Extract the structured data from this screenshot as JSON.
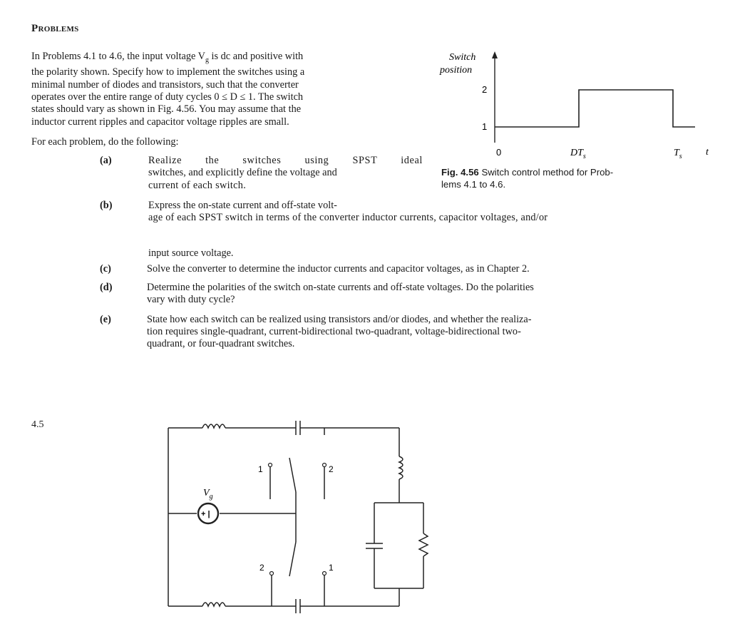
{
  "section_heading": "Problems",
  "intro_lines": [
    "In Problems 4.1 to 4.6, the input voltage V",
    "the polarity shown. Specify how to implement the switches using a",
    "minimal number of diodes and transistors, such that the converter",
    "operates over the entire range of duty cycles 0 ≤ D ≤ 1. The switch",
    "states should vary as shown in Fig. 4.56. You may assume that the",
    "inductor current ripples and capacitor voltage ripples are small."
  ],
  "intro_sub": "g",
  "intro_tail": " is dc and positive with",
  "for_each": "For each problem, do the following:",
  "items": {
    "a": {
      "tag": "(a)",
      "lines": [
        "Realize the switches using SPST ideal",
        "switches, and explicitly define the voltage and",
        "current of each switch."
      ]
    },
    "b": {
      "tag": "(b)",
      "lines": [
        "Express the on-state current and off-state volt-",
        "age of each SPST switch in terms of the converter inductor currents, capacitor voltages, and/or",
        "input source voltage."
      ]
    },
    "c": {
      "tag": "(c)",
      "lines": [
        "Solve the converter to determine the inductor currents and capacitor voltages, as in Chapter 2."
      ]
    },
    "d": {
      "tag": "(d)",
      "lines": [
        "Determine the polarities of the switch on-state currents and off-state voltages. Do the polarities",
        "vary with duty cycle?"
      ]
    },
    "e": {
      "tag": "(e)",
      "lines": [
        "State how each switch can be realized using transistors and/or diodes, and whether the realiza-",
        "tion requires single-quadrant, current-bidirectional two-quadrant, voltage-bidirectional two-",
        "quadrant, or four-quadrant switches."
      ]
    }
  },
  "figure": {
    "y_label_1": "Switch",
    "y_label_2": "position",
    "level_high": "2",
    "level_low": "1",
    "x_origin": "0",
    "x_dt": "DT",
    "x_ts": "T",
    "x_sub": "s",
    "x_axis": "t",
    "caption_label": "Fig. 4.56",
    "caption_line1": " Switch control method for Prob-",
    "caption_line2": "lems 4.1 to 4.6."
  },
  "problem_number": "4.5",
  "circuit": {
    "source_label": "V",
    "source_sub": "g",
    "source_sign": "+ |",
    "top_switch_left": "1",
    "top_switch_right": "2",
    "bottom_switch_left": "2",
    "bottom_switch_right": "1"
  }
}
